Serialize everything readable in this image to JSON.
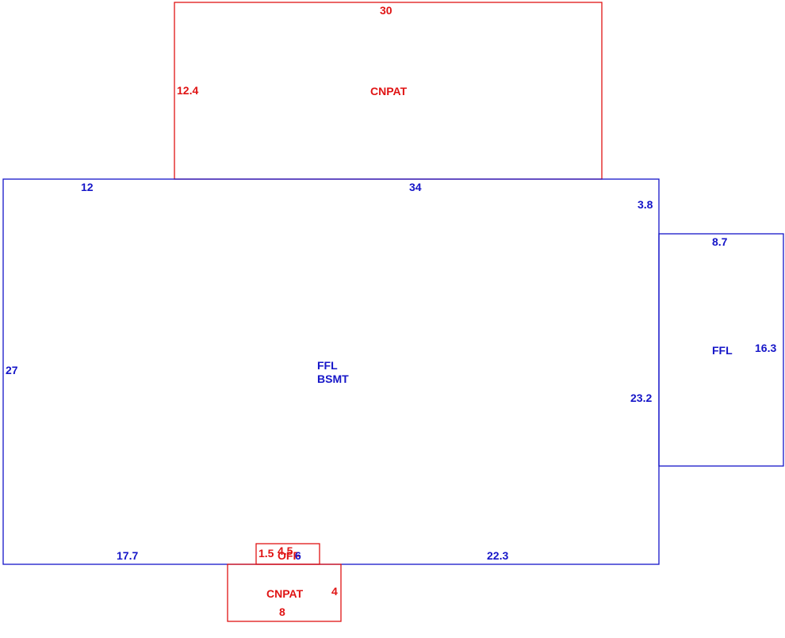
{
  "colors": {
    "living_area": "#1515c8",
    "patio": "#e01414",
    "background": "#ffffff"
  },
  "areas": {
    "main": {
      "label_line1": "FFL",
      "label_line2": "BSMT",
      "dim_top_left": "12",
      "dim_top": "34",
      "dim_right_upper": "3.8",
      "dim_right_lower": "23.2",
      "dim_left": "27",
      "dim_bottom_left": "17.7",
      "dim_bottom_right": "22.3"
    },
    "side_wing": {
      "label": "FFL",
      "dim_top": "8.7",
      "dim_right": "16.3"
    },
    "top_patio": {
      "label": "CNPAT",
      "dim_top": "30",
      "dim_left": "12.4"
    },
    "small_unit": {
      "label": "OFF",
      "dim_left": "1.5",
      "dim_top": "4.5",
      "dim_right": "6"
    },
    "bottom_patio": {
      "label": "CNPAT",
      "dim_right": "4",
      "dim_bottom": "8"
    }
  }
}
